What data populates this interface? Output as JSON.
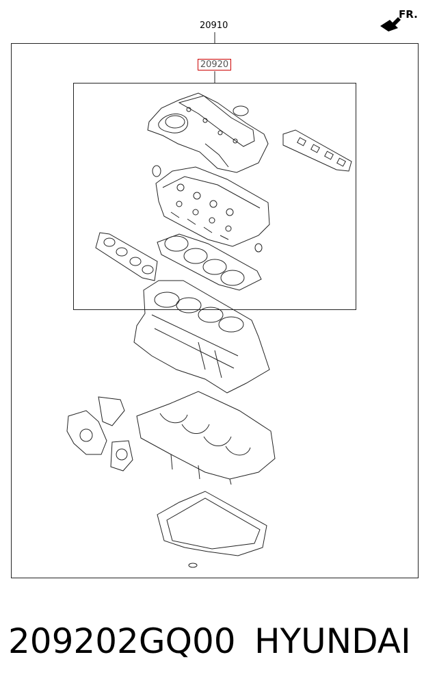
{
  "diagram": {
    "outer_callout": "20910",
    "inner_callout": "20920",
    "direction_label": "FR.",
    "highlight_color": "#cc0000"
  },
  "footer": {
    "part_number": "209202GQ00",
    "brand": "HYUNDAI"
  }
}
